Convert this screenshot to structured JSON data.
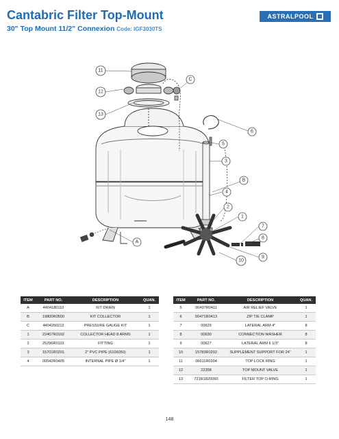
{
  "header": {
    "title": "Cantabric Filter Top-Mount",
    "subtitle": "30\" Top Mount  11/2\" Connexion",
    "code_label": "Code: IGF3030TS",
    "brand": "ASTRALPOOL"
  },
  "callouts": [
    "11",
    "12",
    "13",
    "C",
    "6",
    "5",
    "3",
    "B",
    "4",
    "2",
    "1",
    "7",
    "8",
    "9",
    "10",
    "A"
  ],
  "table_headers": [
    "ITEM",
    "PART NO.",
    "DESCRIPTION",
    "QUAN."
  ],
  "parts_left": [
    {
      "item": "A",
      "part": "4404180110",
      "desc": "KIT DRAIN",
      "qty": "1"
    },
    {
      "item": "B",
      "part": "19800R0500",
      "desc": "KIT COLLECTOR",
      "qty": "1"
    },
    {
      "item": "C",
      "part": "4404260212",
      "desc": "PRESSURE GAUGE KIT",
      "qty": "1"
    },
    {
      "item": "1",
      "part": "22407R0102",
      "desc": "COLLECTOR HEAD 8 ARMS",
      "qty": "1"
    },
    {
      "item": "2",
      "part": "25296R0101",
      "desc": "FITTING",
      "qty": "1"
    },
    {
      "item": "3",
      "part": "15701R0201",
      "desc": "2\" PVC PIPE (6106050)",
      "qty": "1"
    },
    {
      "item": "4",
      "part": "00542R0405",
      "desc": "INTERNAL PIPE Ø 1/4\"",
      "qty": "1"
    }
  ],
  "parts_right": [
    {
      "item": "5",
      "part": "00497R0411",
      "desc": "AIR RELIEF VALVE",
      "qty": "1"
    },
    {
      "item": "6",
      "part": "00471R0413",
      "desc": "ZIP TIE CLAMP",
      "qty": "1"
    },
    {
      "item": "7",
      "part": "00629",
      "desc": "LATERAL ARM 4\"",
      "qty": "8"
    },
    {
      "item": "8",
      "part": "00630",
      "desc": "CONNECTION WASHER",
      "qty": "8"
    },
    {
      "item": "9",
      "part": "00627",
      "desc": "LATERAL ARM 6 1/3\"",
      "qty": "8"
    },
    {
      "item": "10",
      "part": "15783R0202",
      "desc": "SUPPLEMENT SUPPORT FOR 24\"",
      "qty": "1"
    },
    {
      "item": "11",
      "part": "06611R0204",
      "desc": "TOP LOCK RING",
      "qty": "1"
    },
    {
      "item": "12",
      "part": "22358",
      "desc": "TOP MOUNT VALVE",
      "qty": "1"
    },
    {
      "item": "13",
      "part": "721R1820060",
      "desc": "FILTER TOP O-RING",
      "qty": "1"
    }
  ],
  "page_number": "148",
  "colors": {
    "title": "#1f6cb5",
    "table_header_bg": "#2f2f2f",
    "brand_bg": "#2a6fb3"
  }
}
